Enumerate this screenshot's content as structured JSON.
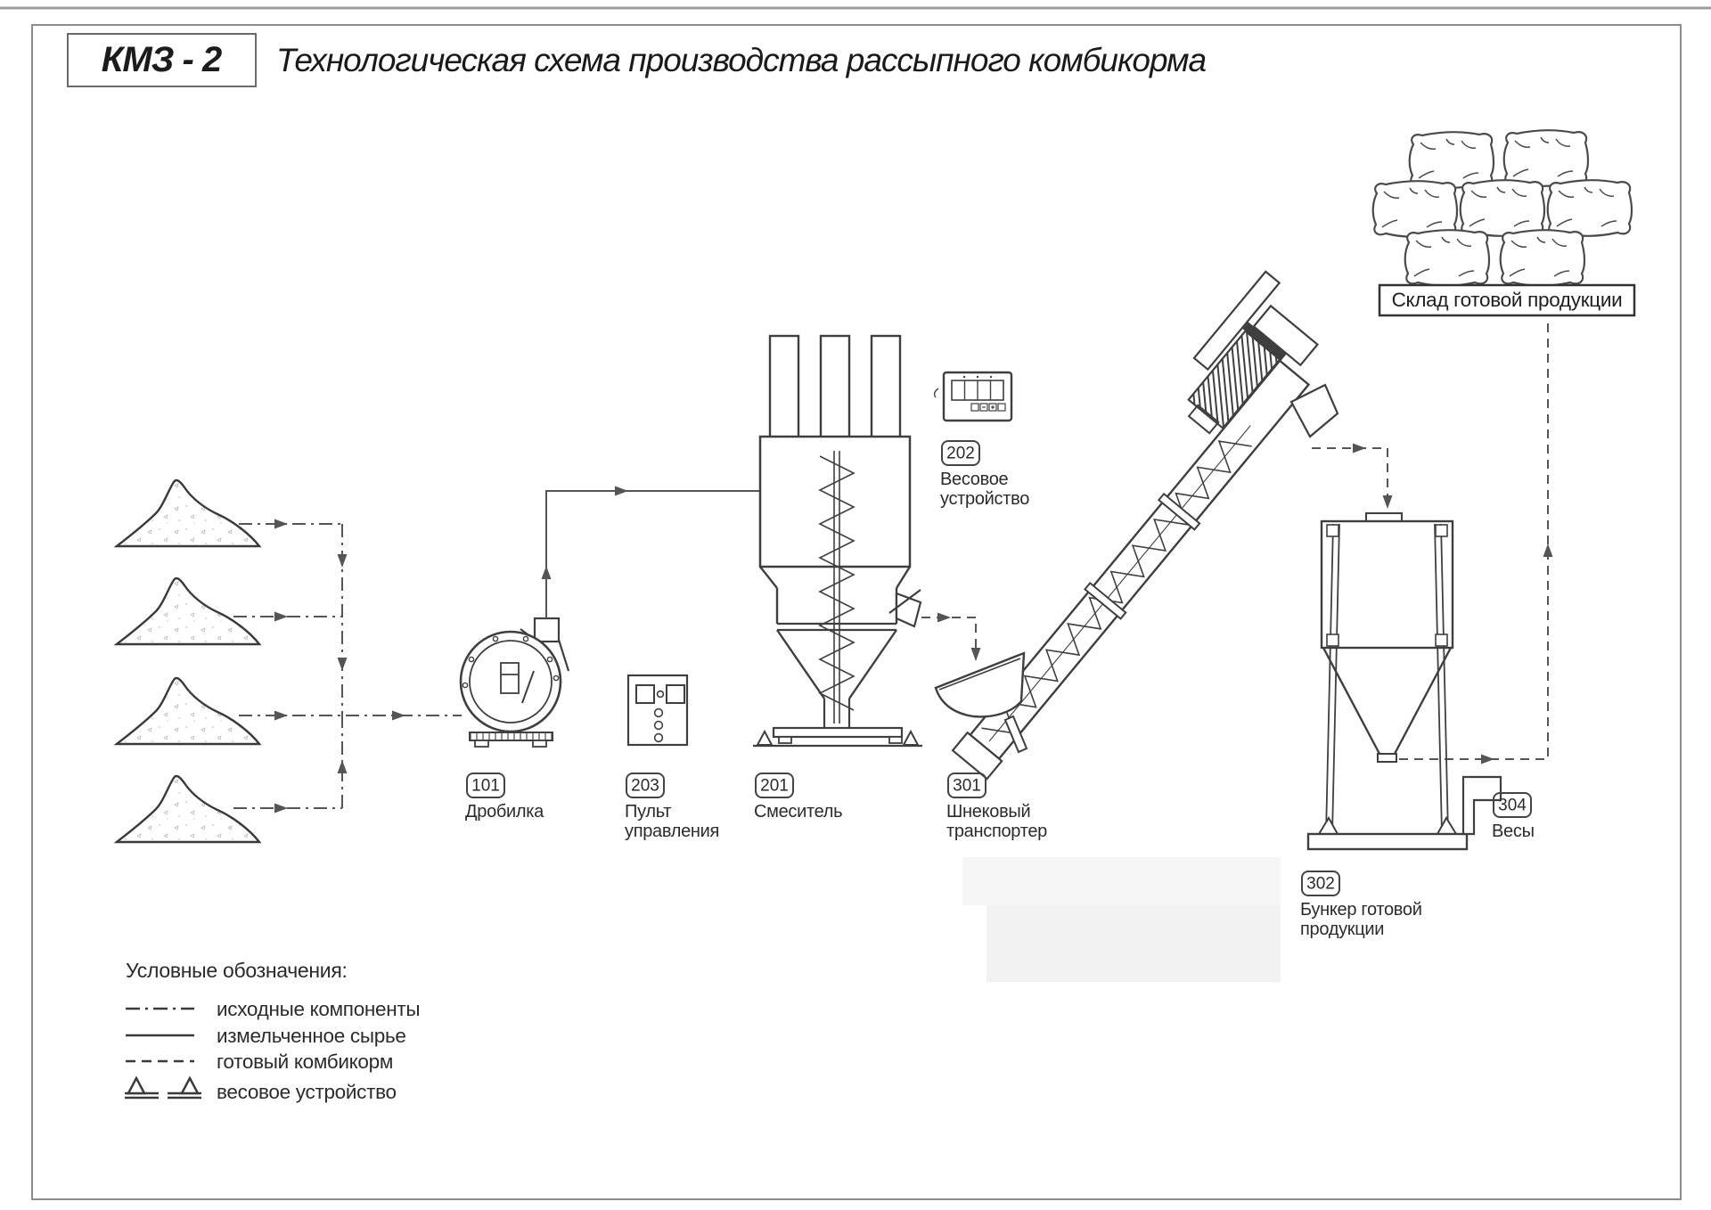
{
  "header": {
    "doc_code": "КМЗ - 2",
    "title": "Технологическая схема производства рассыпного комбикорма"
  },
  "equipment": {
    "crusher": {
      "id": "101",
      "name_lines": [
        "Дробилка"
      ]
    },
    "mixer": {
      "id": "201",
      "name_lines": [
        "Смеситель"
      ]
    },
    "weigher": {
      "id": "202",
      "name_lines": [
        "Весовое",
        "устройство"
      ]
    },
    "control_panel": {
      "id": "203",
      "name_lines": [
        "Пульт",
        "управления"
      ]
    },
    "screw_conveyor": {
      "id": "301",
      "name_lines": [
        "Шнековый",
        "транспортер"
      ]
    },
    "product_bunker": {
      "id": "302",
      "name_lines": [
        "Бункер готовой",
        "продукции"
      ]
    },
    "scales": {
      "id": "304",
      "name_lines": [
        "Весы"
      ]
    }
  },
  "warehouse": {
    "label": "Склад готовой продукции"
  },
  "legend": {
    "heading": "Условные обозначения:",
    "items": [
      {
        "symbol": "dash-dot-line",
        "label": "исходные компоненты"
      },
      {
        "symbol": "solid-line",
        "label": "измельченное сырье"
      },
      {
        "symbol": "dashed-line",
        "label": "готовый комбикорм"
      },
      {
        "symbol": "weighing-triangles",
        "label": "весовое устройство"
      }
    ]
  },
  "colors": {
    "diagram_line": "#3f3f3f",
    "flow_line": "#555555",
    "text": "#2b2b2b",
    "frame": "#8c8c8c",
    "background": "#ffffff"
  }
}
